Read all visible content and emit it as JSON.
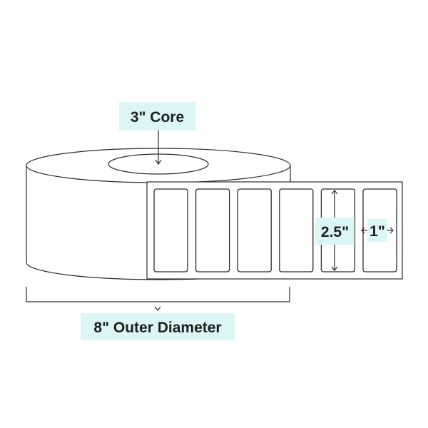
{
  "core_label": "3\" Core",
  "outer_diameter_label": "8\" Outer Diameter",
  "label_height": "2.5\"",
  "label_width": "1\"",
  "label_count": 6,
  "colors": {
    "label_background": "#dcf5f5",
    "stroke": "#2b2b2b",
    "text": "#1f1f1f"
  }
}
